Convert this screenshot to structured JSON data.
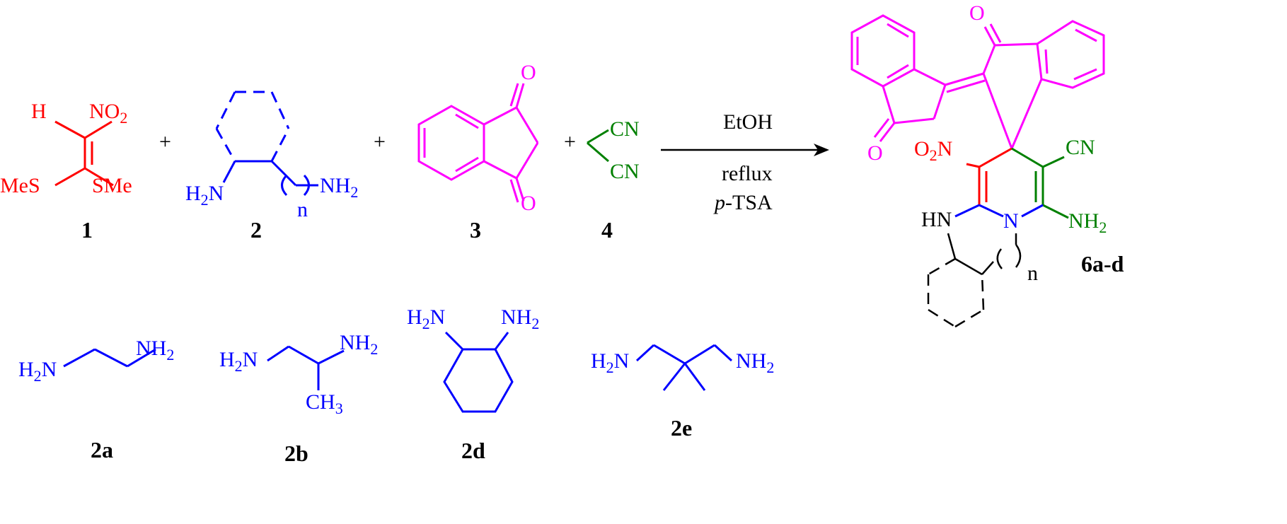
{
  "colors": {
    "nitro_reagent": "#ff0000",
    "diamine": "#0000ff",
    "indandione": "#ff00ff",
    "malononitrile": "#008000",
    "text": "#000000"
  },
  "reagents": {
    "r1": {
      "label": "1",
      "H": "H",
      "nitro": "NO",
      "nitro_sub": "2",
      "sme_left": "MeS",
      "sme_right": "SMe"
    },
    "r2": {
      "label": "2",
      "nh2_left": "H",
      "nh2_left_sub": "2",
      "nh2_left_tail": "N",
      "nh2_right": "NH",
      "nh2_right_sub": "2",
      "n": "n"
    },
    "r3": {
      "label": "3",
      "o_top": "O",
      "o_bottom": "O"
    },
    "r4": {
      "label": "4",
      "cn_top": "CN",
      "cn_bottom": "CN"
    },
    "plus": "+"
  },
  "conditions": {
    "solvent": "EtOH",
    "heat": "reflux",
    "catalyst_italic": "p",
    "catalyst_rest": "-TSA"
  },
  "product": {
    "label": "6a-d",
    "o1": "O",
    "o2": "O",
    "no2": "O",
    "no2_sub": "2",
    "no2_n": "N",
    "cn": "CN",
    "hn": "HN",
    "n_ring": "N",
    "nh2": "NH",
    "nh2_sub": "2",
    "n": "n"
  },
  "diamines": {
    "a": {
      "label": "2a",
      "left": "H",
      "left_sub": "2",
      "left_tail": "N",
      "right": "NH",
      "right_sub": "2"
    },
    "b": {
      "label": "2b",
      "left": "H",
      "left_sub": "2",
      "left_tail": "N",
      "right": "NH",
      "right_sub": "2",
      "methyl": "CH",
      "methyl_sub": "3"
    },
    "d": {
      "label": "2d",
      "left": "H",
      "left_sub": "2",
      "left_tail": "N",
      "right": "NH",
      "right_sub": "2"
    },
    "e": {
      "label": "2e",
      "left": "H",
      "left_sub": "2",
      "left_tail": "N",
      "right": "NH",
      "right_sub": "2"
    }
  }
}
